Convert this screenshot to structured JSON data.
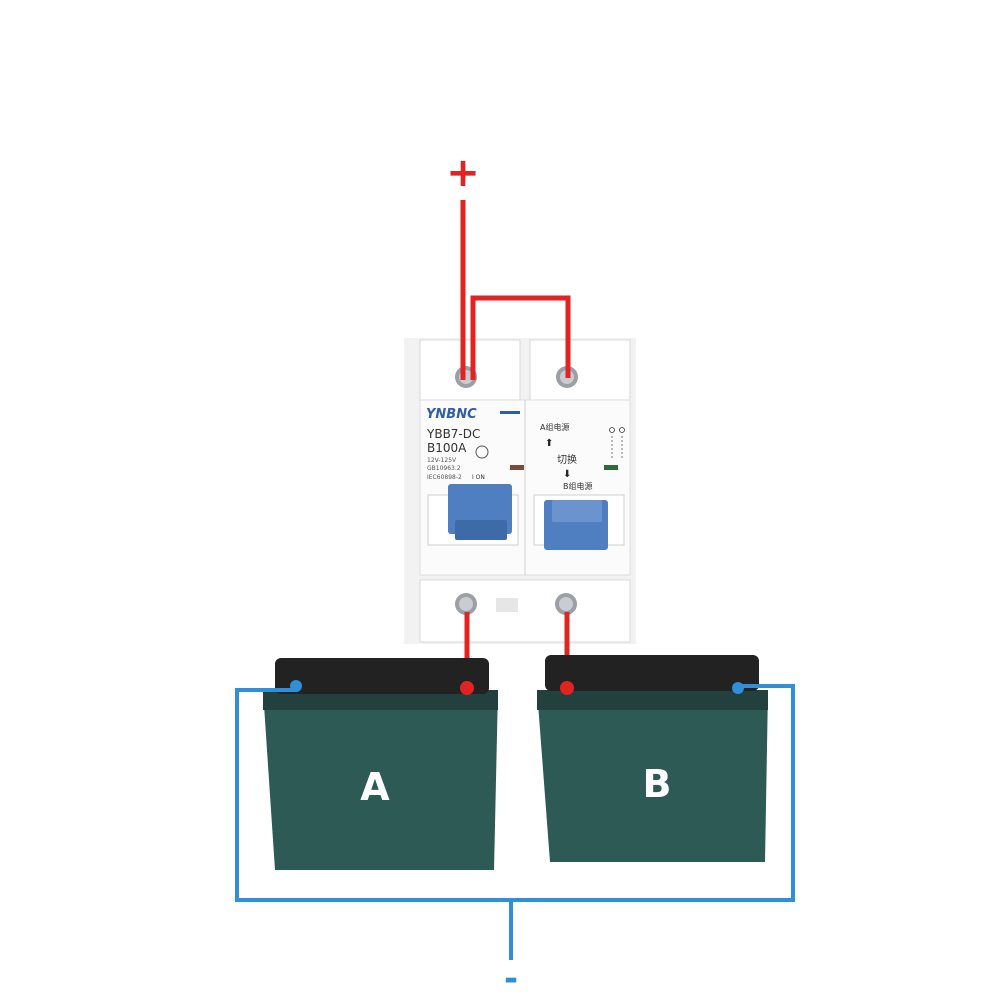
{
  "title_line1": "",
  "title_line2": "",
  "positive_label": "+",
  "negative_label": "-",
  "breaker": {
    "brand": "YNBNC",
    "model": "YBB7-DC",
    "rating": "B100A",
    "voltage": "12V-125V",
    "std1": "GB10963.2",
    "std2": "IEC60898-2",
    "on_label": "I ON",
    "side_a_label": "A组电源",
    "switch_label": "切换",
    "side_b_label": "B组电源"
  },
  "batteries": [
    {
      "label": "A"
    },
    {
      "label": "B"
    }
  ],
  "colors": {
    "positive_wire": "#e32222",
    "negative_wire": "#2f8fd8",
    "battery_body": "#2e5a56",
    "title": "#4a4a4a",
    "breaker_lever": "#4f7fc0"
  }
}
